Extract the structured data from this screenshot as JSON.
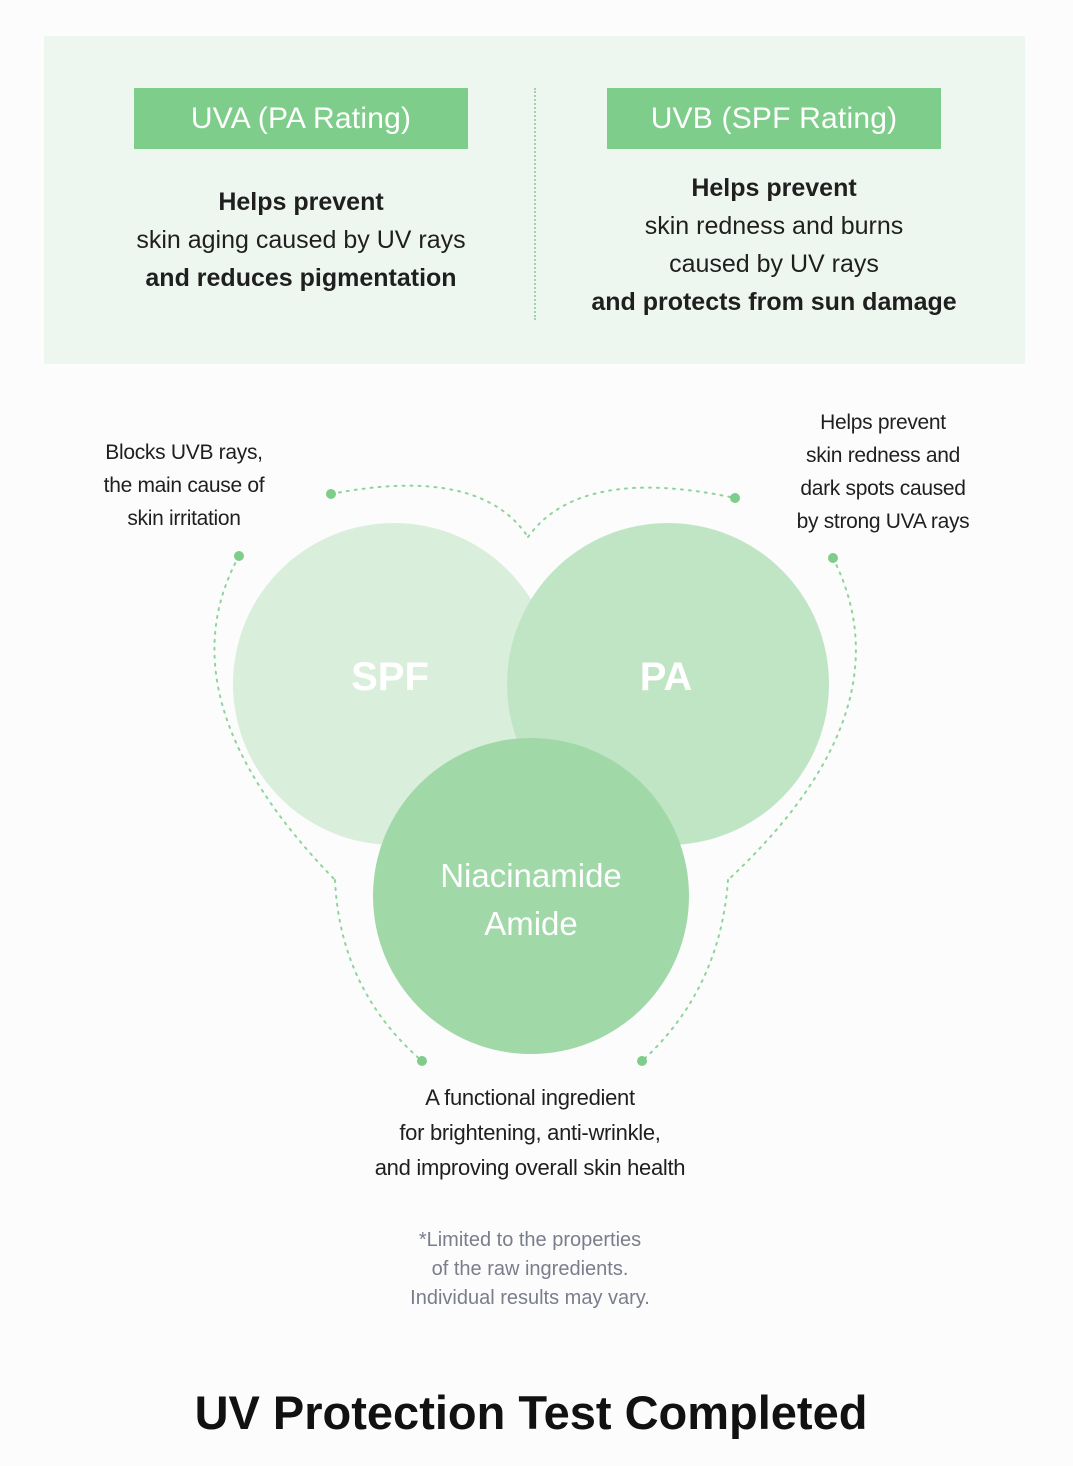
{
  "uva": {
    "title": "UVA (PA Rating)",
    "line1": "Helps prevent",
    "line2": "skin aging caused by UV rays",
    "line3": "and reduces pigmentation"
  },
  "uvb": {
    "title": "UVB (SPF Rating)",
    "line1": "Helps prevent",
    "line2": "skin redness and burns",
    "line3": "caused by UV rays",
    "line4": "and protects from sun damage"
  },
  "venn": {
    "spf_label": "SPF",
    "pa_label": "PA",
    "nia_line1": "Niacinamide",
    "nia_line2": "Amide"
  },
  "annotations": {
    "spf_lines": [
      "Blocks UVB rays,",
      "the main cause of",
      "skin irritation"
    ],
    "pa_lines": [
      "Helps prevent",
      "skin redness and",
      "dark spots caused",
      "by strong UVA rays"
    ],
    "nia_lines": [
      "A functional ingredient",
      "for brightening, anti-wrinkle,",
      "and improving overall skin health"
    ]
  },
  "disclaimer": {
    "lines": [
      "*Limited to the properties",
      "of the raw ingredients.",
      "Individual results may vary."
    ]
  },
  "headline": "UV Protection Test Completed",
  "colors": {
    "panel_bg": "#eef6f0",
    "pill": "#7fcd8b",
    "spf_circle": "#d9efdc",
    "pa_circle": "#bfe5c5",
    "nia_circle": "#a0d8a8",
    "dots": "#7fcd8b"
  }
}
